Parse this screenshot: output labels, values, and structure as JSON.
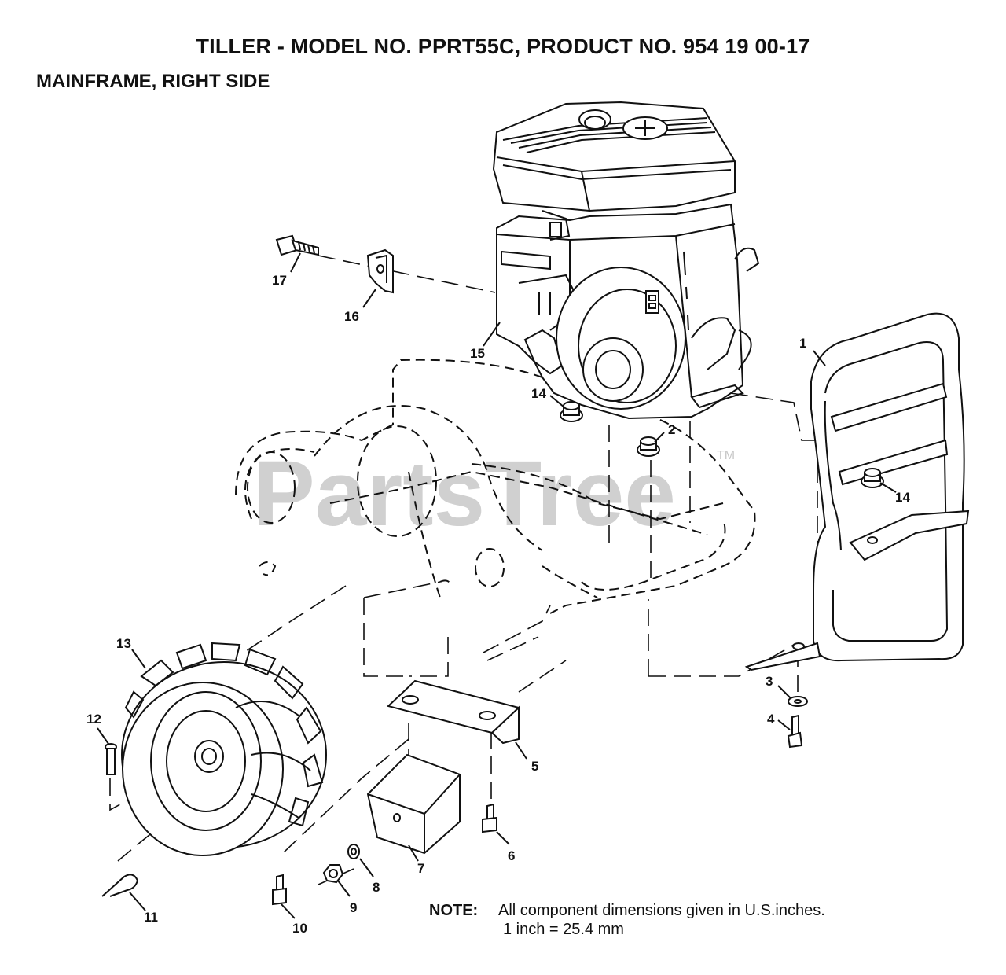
{
  "header": {
    "title": "TILLER - MODEL NO. PPRT55C, PRODUCT NO. 954 19 00-17",
    "subtitle": "MAINFRAME, RIGHT SIDE"
  },
  "watermark": {
    "text": "PartsTree",
    "tm": "TM"
  },
  "callouts": [
    "1",
    "2",
    "3",
    "4",
    "5",
    "6",
    "7",
    "8",
    "9",
    "10",
    "11",
    "12",
    "13",
    "14",
    "14",
    "15",
    "16",
    "17"
  ],
  "note": {
    "label": "NOTE:",
    "line1": "All component dimensions given in U.S.inches.",
    "line2": "1 inch = 25.4 mm"
  }
}
